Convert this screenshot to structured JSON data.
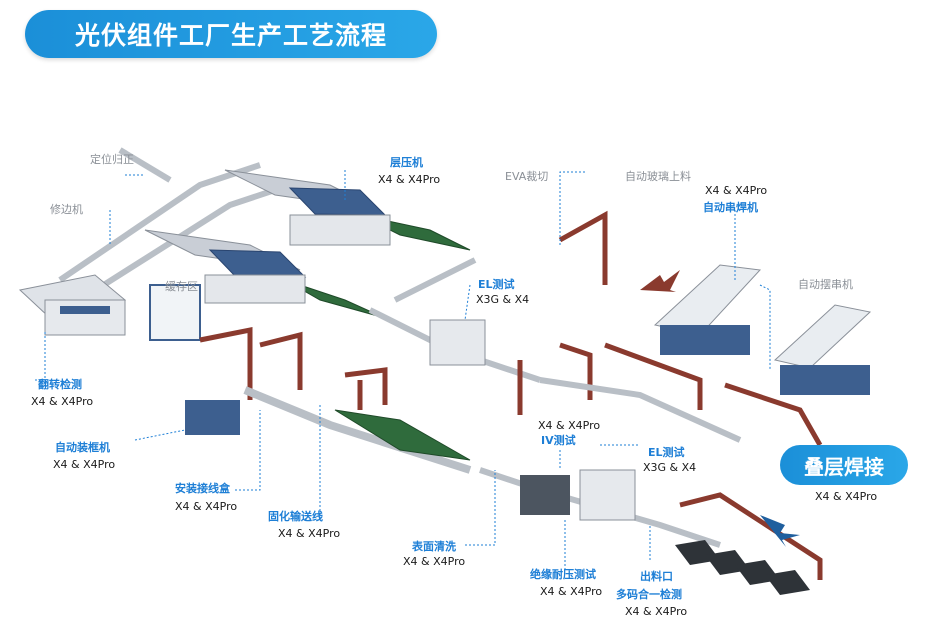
{
  "title": "光伏组件工厂生产工艺流程",
  "labels": {
    "dingwei": "定位归正",
    "xiubian": "修边机",
    "huancun": "缓存区",
    "cengya": "层压机",
    "cengya_model": "X4 & X4Pro",
    "eva": "EVA裁切",
    "boli": "自动玻璃上料",
    "chuanhan_model": "X4 & X4Pro",
    "chuanhan": "自动串焊机",
    "baichuan": "自动摆串机",
    "el1": "EL测试",
    "el1_model": "X3G & X4",
    "fanzhuan": "翻转检测",
    "fanzhuan_model": "X4 & X4Pro",
    "zhuangkuang": "自动装框机",
    "zhuangkuang_model": "X4 & X4Pro",
    "jiexian": "安装接线盒",
    "jiexian_model": "X4 & X4Pro",
    "guhua": "固化输送线",
    "guhua_model": "X4 & X4Pro",
    "iv_model": "X4 & X4Pro",
    "iv": "IV测试",
    "el2": "EL测试",
    "el2_model": "X3G & X4",
    "diecheng": "叠层焊接",
    "diecheng_model": "X4 & X4Pro",
    "biaomian": "表面清洗",
    "biaomian_model": "X4 & X4Pro",
    "jueyuan": "绝缘耐压测试",
    "jueyuan_model": "X4 & X4Pro",
    "chuliao": "出料口",
    "duoma": "多码合一检测",
    "duoma_model": "X4 & X4Pro"
  },
  "colors": {
    "accent": "#1e7fd6",
    "green_belt": "#2f6b3c",
    "laminator_blue": "#3d5f8f",
    "frame_red": "#8a3a2e",
    "conveyor": "#b9bfc6"
  }
}
